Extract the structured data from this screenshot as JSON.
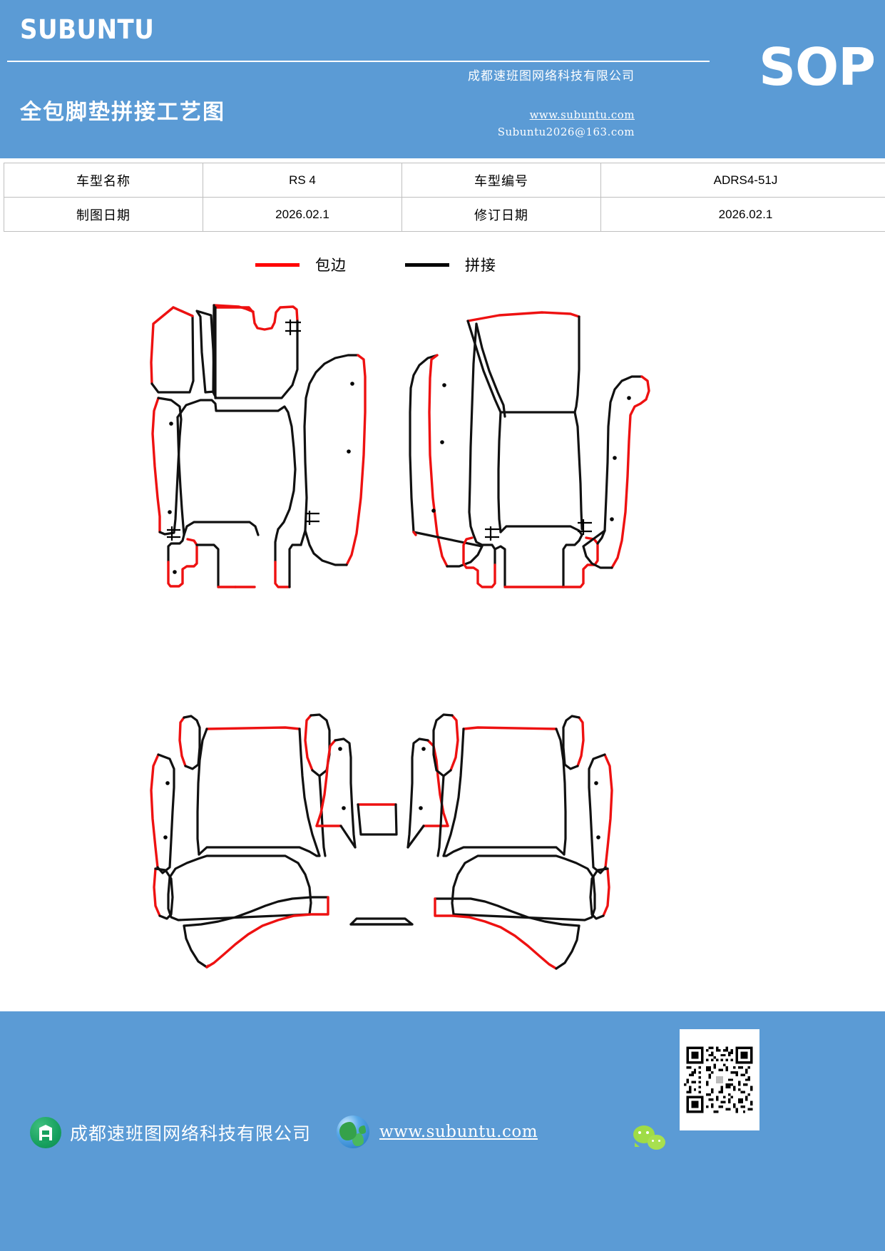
{
  "header": {
    "brand": "SUBUNTU",
    "doc_title": "全包脚垫拼接工艺图",
    "sop_badge": "SOP",
    "company": "成都速班图网络科技有限公司",
    "website": "www.subuntu.com",
    "email": "Subuntu2026@163.com",
    "bg_color": "#5b9bd5"
  },
  "info_table": {
    "rows": [
      {
        "label1": "车型名称",
        "value1": "RS 4",
        "label2": "车型编号",
        "value2": "ADRS4-51J"
      },
      {
        "label1": "制图日期",
        "value1": "2026.02.1",
        "label2": "修订日期",
        "value2": "2026.02.1"
      }
    ]
  },
  "legend": {
    "items": [
      {
        "label": "包边",
        "color": "#ff0000",
        "icon": "red-line-swatch"
      },
      {
        "label": "拼接",
        "color": "#000000",
        "icon": "black-line-swatch"
      }
    ]
  },
  "drawing": {
    "title": "全包脚垫拼接工艺图",
    "groups": [
      {
        "name": "front-left-mat-group",
        "position": "top-left"
      },
      {
        "name": "front-right-mat-group",
        "position": "top-right"
      },
      {
        "name": "rear-mat-group",
        "position": "bottom-center"
      }
    ],
    "line_types": {
      "binding": "#ff0000",
      "splice": "#000000"
    }
  },
  "footer": {
    "company": "成都速班图网络科技有限公司",
    "website": "www.subuntu.com",
    "bg_color": "#5b9bd5",
    "icons": {
      "building": "building-icon",
      "globe": "globe-icon",
      "wechat": "wechat-icon",
      "qr": "qr-code"
    }
  }
}
